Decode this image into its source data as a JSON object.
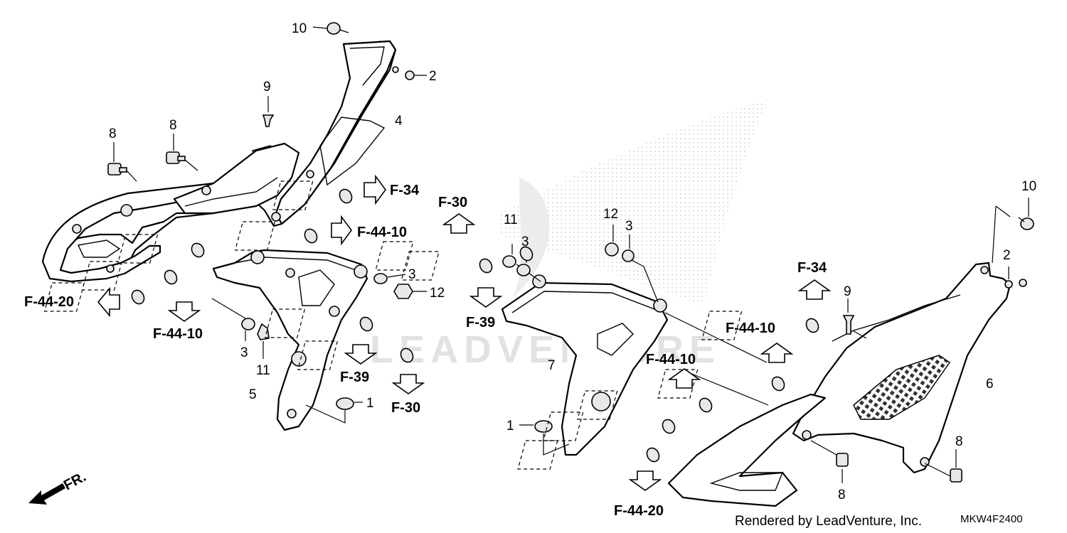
{
  "callouts": {
    "c1a": "1",
    "c1b": "1",
    "c2a": "2",
    "c2b": "2",
    "c3a": "3",
    "c3b": "3",
    "c3c": "3",
    "c3d": "3",
    "c4": "4",
    "c5": "5",
    "c6": "6",
    "c7": "7",
    "c8a": "8",
    "c8b": "8",
    "c8c": "8",
    "c8d": "8",
    "c9a": "9",
    "c9b": "9",
    "c10a": "10",
    "c10b": "10",
    "c11a": "11",
    "c11b": "11",
    "c12a": "12",
    "c12b": "12"
  },
  "refs": {
    "r_f34_a": "F-34",
    "r_f4410_a": "F-44-10",
    "r_f4420_a": "F-44-20",
    "r_f4410_b": "F-44-10",
    "r_f39_a": "F-39",
    "r_f30_a": "F-30",
    "r_f30_b": "F-30",
    "r_f39_b": "F-39",
    "r_f4410_c": "F-44-10",
    "r_f34_b": "F-34",
    "r_f4410_d": "F-44-10",
    "r_f4420_b": "F-44-20"
  },
  "direction_label": "FR.",
  "footer": {
    "rendered_by": "Rendered by LeadVenture, Inc.",
    "diagram_code": "MKW4F2400"
  },
  "watermark_text": "LEADVENTURE",
  "colors": {
    "line": "#000000",
    "background": "#ffffff",
    "watermark": "#d8d8d8"
  }
}
